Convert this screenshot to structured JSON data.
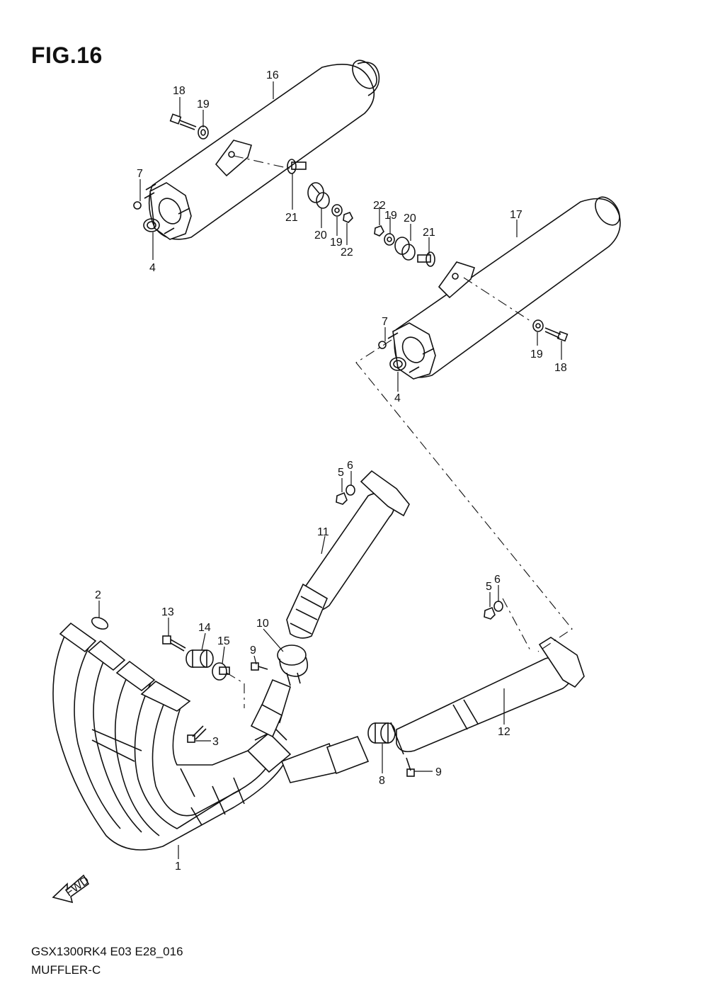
{
  "figure": {
    "title": "FIG.16"
  },
  "footer": {
    "model_code": "GSX1300RK4 E03 E28_016",
    "section_name": "MUFFLER-C"
  },
  "fwd_label": "FWD",
  "callouts": {
    "c16": "16",
    "c18a": "18",
    "c19a": "19",
    "c7a": "7",
    "c4a": "4",
    "c21a": "21",
    "c20a": "20",
    "c19b": "19",
    "c22a": "22",
    "c22b": "22",
    "c19c": "19",
    "c20b": "20",
    "c21b": "21",
    "c17": "17",
    "c7b": "7",
    "c4b": "4",
    "c19d": "19",
    "c18b": "18",
    "c5a": "5",
    "c6a": "6",
    "c11": "11",
    "c5b": "5",
    "c6b": "6",
    "c2": "2",
    "c13": "13",
    "c14": "14",
    "c15": "15",
    "c10": "10",
    "c9a": "9",
    "c3": "3",
    "c1": "1",
    "c8": "8",
    "c9b": "9",
    "c12": "12"
  }
}
